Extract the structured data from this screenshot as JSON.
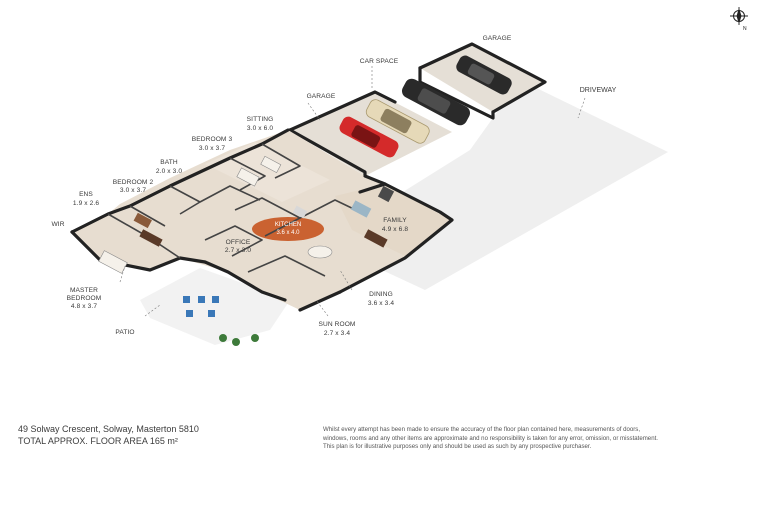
{
  "rooms": {
    "garage_back": {
      "name": "GARAGE"
    },
    "car_space": {
      "name": "CAR SPACE"
    },
    "driveway": {
      "name": "DRIVEWAY"
    },
    "garage_front": {
      "name": "GARAGE"
    },
    "sitting": {
      "name": "SITTING",
      "size": "3.0 x 6.0"
    },
    "bedroom3": {
      "name": "BEDROOM 3",
      "size": "3.0 x 3.7"
    },
    "bath": {
      "name": "BATH",
      "size": "2.0 x 3.0"
    },
    "bedroom2": {
      "name": "BEDROOM 2",
      "size": "3.0 x 3.7"
    },
    "ens": {
      "name": "ENS",
      "size": "1.9 x 2.6"
    },
    "wir": {
      "name": "WIR"
    },
    "master": {
      "name_line1": "MASTER",
      "name_line2": "BEDROOM",
      "size": "4.8 x 3.7"
    },
    "patio": {
      "name": "PATIO"
    },
    "kitchen": {
      "name": "KITCHEN",
      "size": "3.6 x 4.0"
    },
    "office": {
      "name": "OFFICE",
      "size": "2.7 x 3.0"
    },
    "family": {
      "name": "FAMILY",
      "size": "4.9 x 6.8"
    },
    "dining": {
      "name": "DINING",
      "size": "3.6 x 3.4"
    },
    "sunroom": {
      "name": "SUN ROOM",
      "size": "2.7 x 3.4"
    }
  },
  "compass": {
    "label": "N"
  },
  "footer": {
    "address": "49 Solway Crescent, Solway, Masterton 5810",
    "area": "TOTAL APPROX. FLOOR AREA 165 m²",
    "disclaimer_line1": "Whilst every attempt has been made to ensure the accuracy of the floor plan contained here, measurements of doors,",
    "disclaimer_line2": "windows, rooms and any other items are approximate and no responsibility is taken for any error, omission, or misstatement.",
    "disclaimer_line3": "This plan is for illustrative purposes only and should be used as such by any prospective purchaser."
  },
  "colors": {
    "floor": "#e7ddd0",
    "wall": "#222222",
    "kitchen": "#c6541f",
    "car_red": "#d42a2a",
    "car_dark": "#2a2a2a",
    "car_beige": "#e6d9b8",
    "plants": "#3d7a3a",
    "furniture_blue": "#3a78b8",
    "ground": "#f0f0f0"
  }
}
